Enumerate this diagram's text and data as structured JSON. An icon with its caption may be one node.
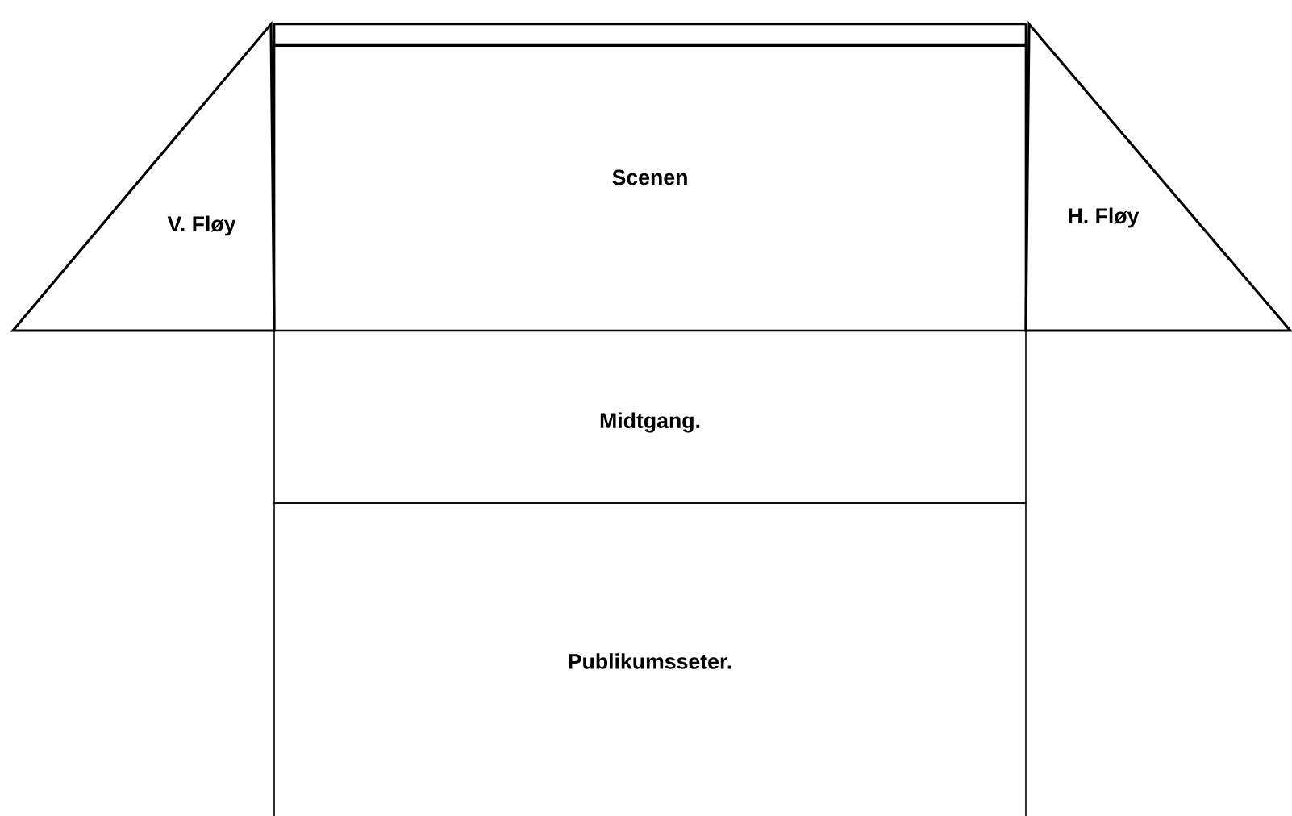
{
  "diagram": {
    "nodes": [
      {
        "text": [
          "Scenen"
        ]
      },
      {
        "text": [
          "V. Fløy"
        ]
      },
      {
        "text": [
          "H. Fløy"
        ]
      },
      {
        "text": [
          "Midtgang."
        ]
      },
      {
        "text": [
          "Publikumsseter."
        ]
      }
    ]
  }
}
